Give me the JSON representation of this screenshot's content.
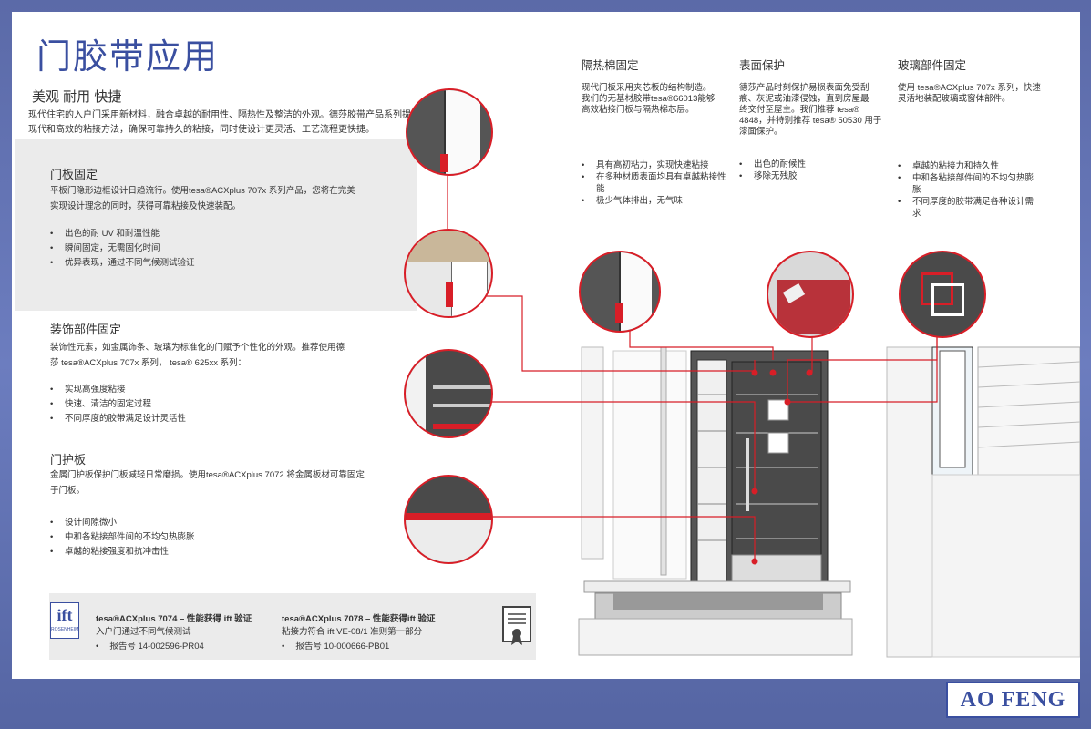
{
  "title": "门胶带应用",
  "subtitle": "美观  耐用  快捷",
  "intro": "现代住宅的入户门采用新材料，融合卓越的耐用性、隔热性及整洁的外观。德莎胶带产品系列提供现代和高效的粘接方法，确保可靠持久的粘接，同时使设计更灵活、工艺流程更快捷。",
  "sections": {
    "door_panel": {
      "title": "门板固定",
      "body_line1": "平板门隐形边框设计日趋流行。使用tesa®ACXplus 707x 系列产品，您将在完美",
      "body_line2": "实现设计理念的同时，获得可靠粘接及快速装配。",
      "bullets": [
        "出色的耐 UV 和耐温性能",
        "瞬间固定，无需固化时间",
        "优异表现，通过不同气候测试验证"
      ]
    },
    "decor": {
      "title": "装饰部件固定",
      "body_line1": "装饰性元素，如金属饰条、玻璃为标准化的门赋予个性化的外观。推荐使用德",
      "body_line2": "莎 tesa®ACXplus 707x 系列，  tesa® 625xx 系列：",
      "bullets": [
        "实现高强度粘接",
        "快速、清洁的固定过程",
        "不同厚度的胶带满足设计灵活性"
      ]
    },
    "kickplate": {
      "title": "门护板",
      "body_line1": "金属门护板保护门板减轻日常磨损。使用tesa®ACXplus 7072 将金属板材可靠固定",
      "body_line2": "于门板。",
      "bullets": [
        "设计间隙微小",
        "中和各粘接部件间的不均匀热膨胀",
        "卓越的粘接强度和抗冲击性"
      ]
    }
  },
  "columns": [
    {
      "title": "隔热棉固定",
      "body": [
        "现代门板采用夹芯板的结构制造。",
        "我们的无基材胶带tesa®66013能够",
        "高效粘接门板与隔热棉芯层。"
      ],
      "bullets": [
        "具有高初粘力，实现快速粘接",
        "在多种材质表面均具有卓越粘接性能",
        "极少气体排出，无气味"
      ]
    },
    {
      "title": "表面保护",
      "body": [
        "德莎产品时刻保护易损表面免受刮",
        "痕、灰泥或油漆侵蚀，直到房屋最",
        "终交付至屋主。我们推荐 tesa®",
        "4848，并特别推荐 tesa® 50530 用于",
        "漆面保护。"
      ],
      "bullets": [
        "出色的耐候性",
        "移除无残胶"
      ]
    },
    {
      "title": "玻璃部件固定",
      "body": [
        "使用 tesa®ACXplus 707x 系列，快速",
        "灵活地装配玻璃或窗体部件。"
      ],
      "bullets": [
        "卓越的粘接力和持久性",
        "中和各粘接部件间的不均匀热膨胀",
        "不同厚度的胶带满足各种设计需求"
      ]
    }
  ],
  "footer": {
    "cert1_title": "tesa®ACXplus 7074 – 性能获得 ift 验证",
    "cert1_sub": "入户门通过不同气候测试",
    "cert1_report": "报告号 14-002596-PR04",
    "cert2_title": "tesa®ACXplus 7078 – 性能获得ift 验证",
    "cert2_sub": "粘接力符合  ift VE-08/1 准则第一部分",
    "cert2_report": "报告号 10-000666-PB01",
    "ift_logo_text": "ift",
    "ift_logo_sub": "ROSENHEIM"
  },
  "brand": "AO FENG",
  "accent": "#d81e27",
  "title_color": "#3a4fa0"
}
